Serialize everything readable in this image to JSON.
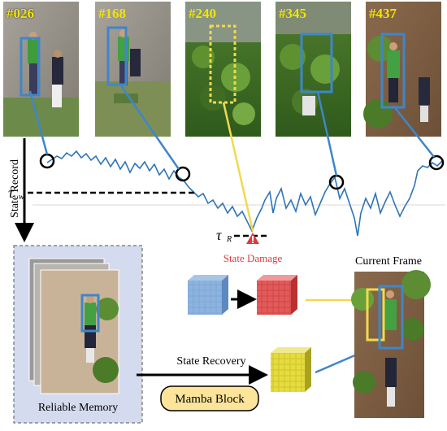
{
  "frames": [
    {
      "label": "#026"
    },
    {
      "label": "#168"
    },
    {
      "label": "#240"
    },
    {
      "label": "#345"
    },
    {
      "label": "#437"
    }
  ],
  "state_record_label": "State Record",
  "tau_w": "τ",
  "tau_w_sub": "w",
  "tau_r": "τ",
  "tau_r_sub": "R",
  "state_damage_label": "State Damage",
  "current_frame_label": "Current Frame",
  "state_recovery_label": "State Recovery",
  "mamba_block_label": "Mamba Block",
  "reliable_memory_label": "Reliable Memory",
  "colors": {
    "box_blue": "#3f86c8",
    "box_yellow": "#f2d94e",
    "curve": "#2f74b8",
    "damage_red": "#e03a3a",
    "memory_bg": "#d5dbef",
    "mamba_fill": "#fce49a"
  }
}
